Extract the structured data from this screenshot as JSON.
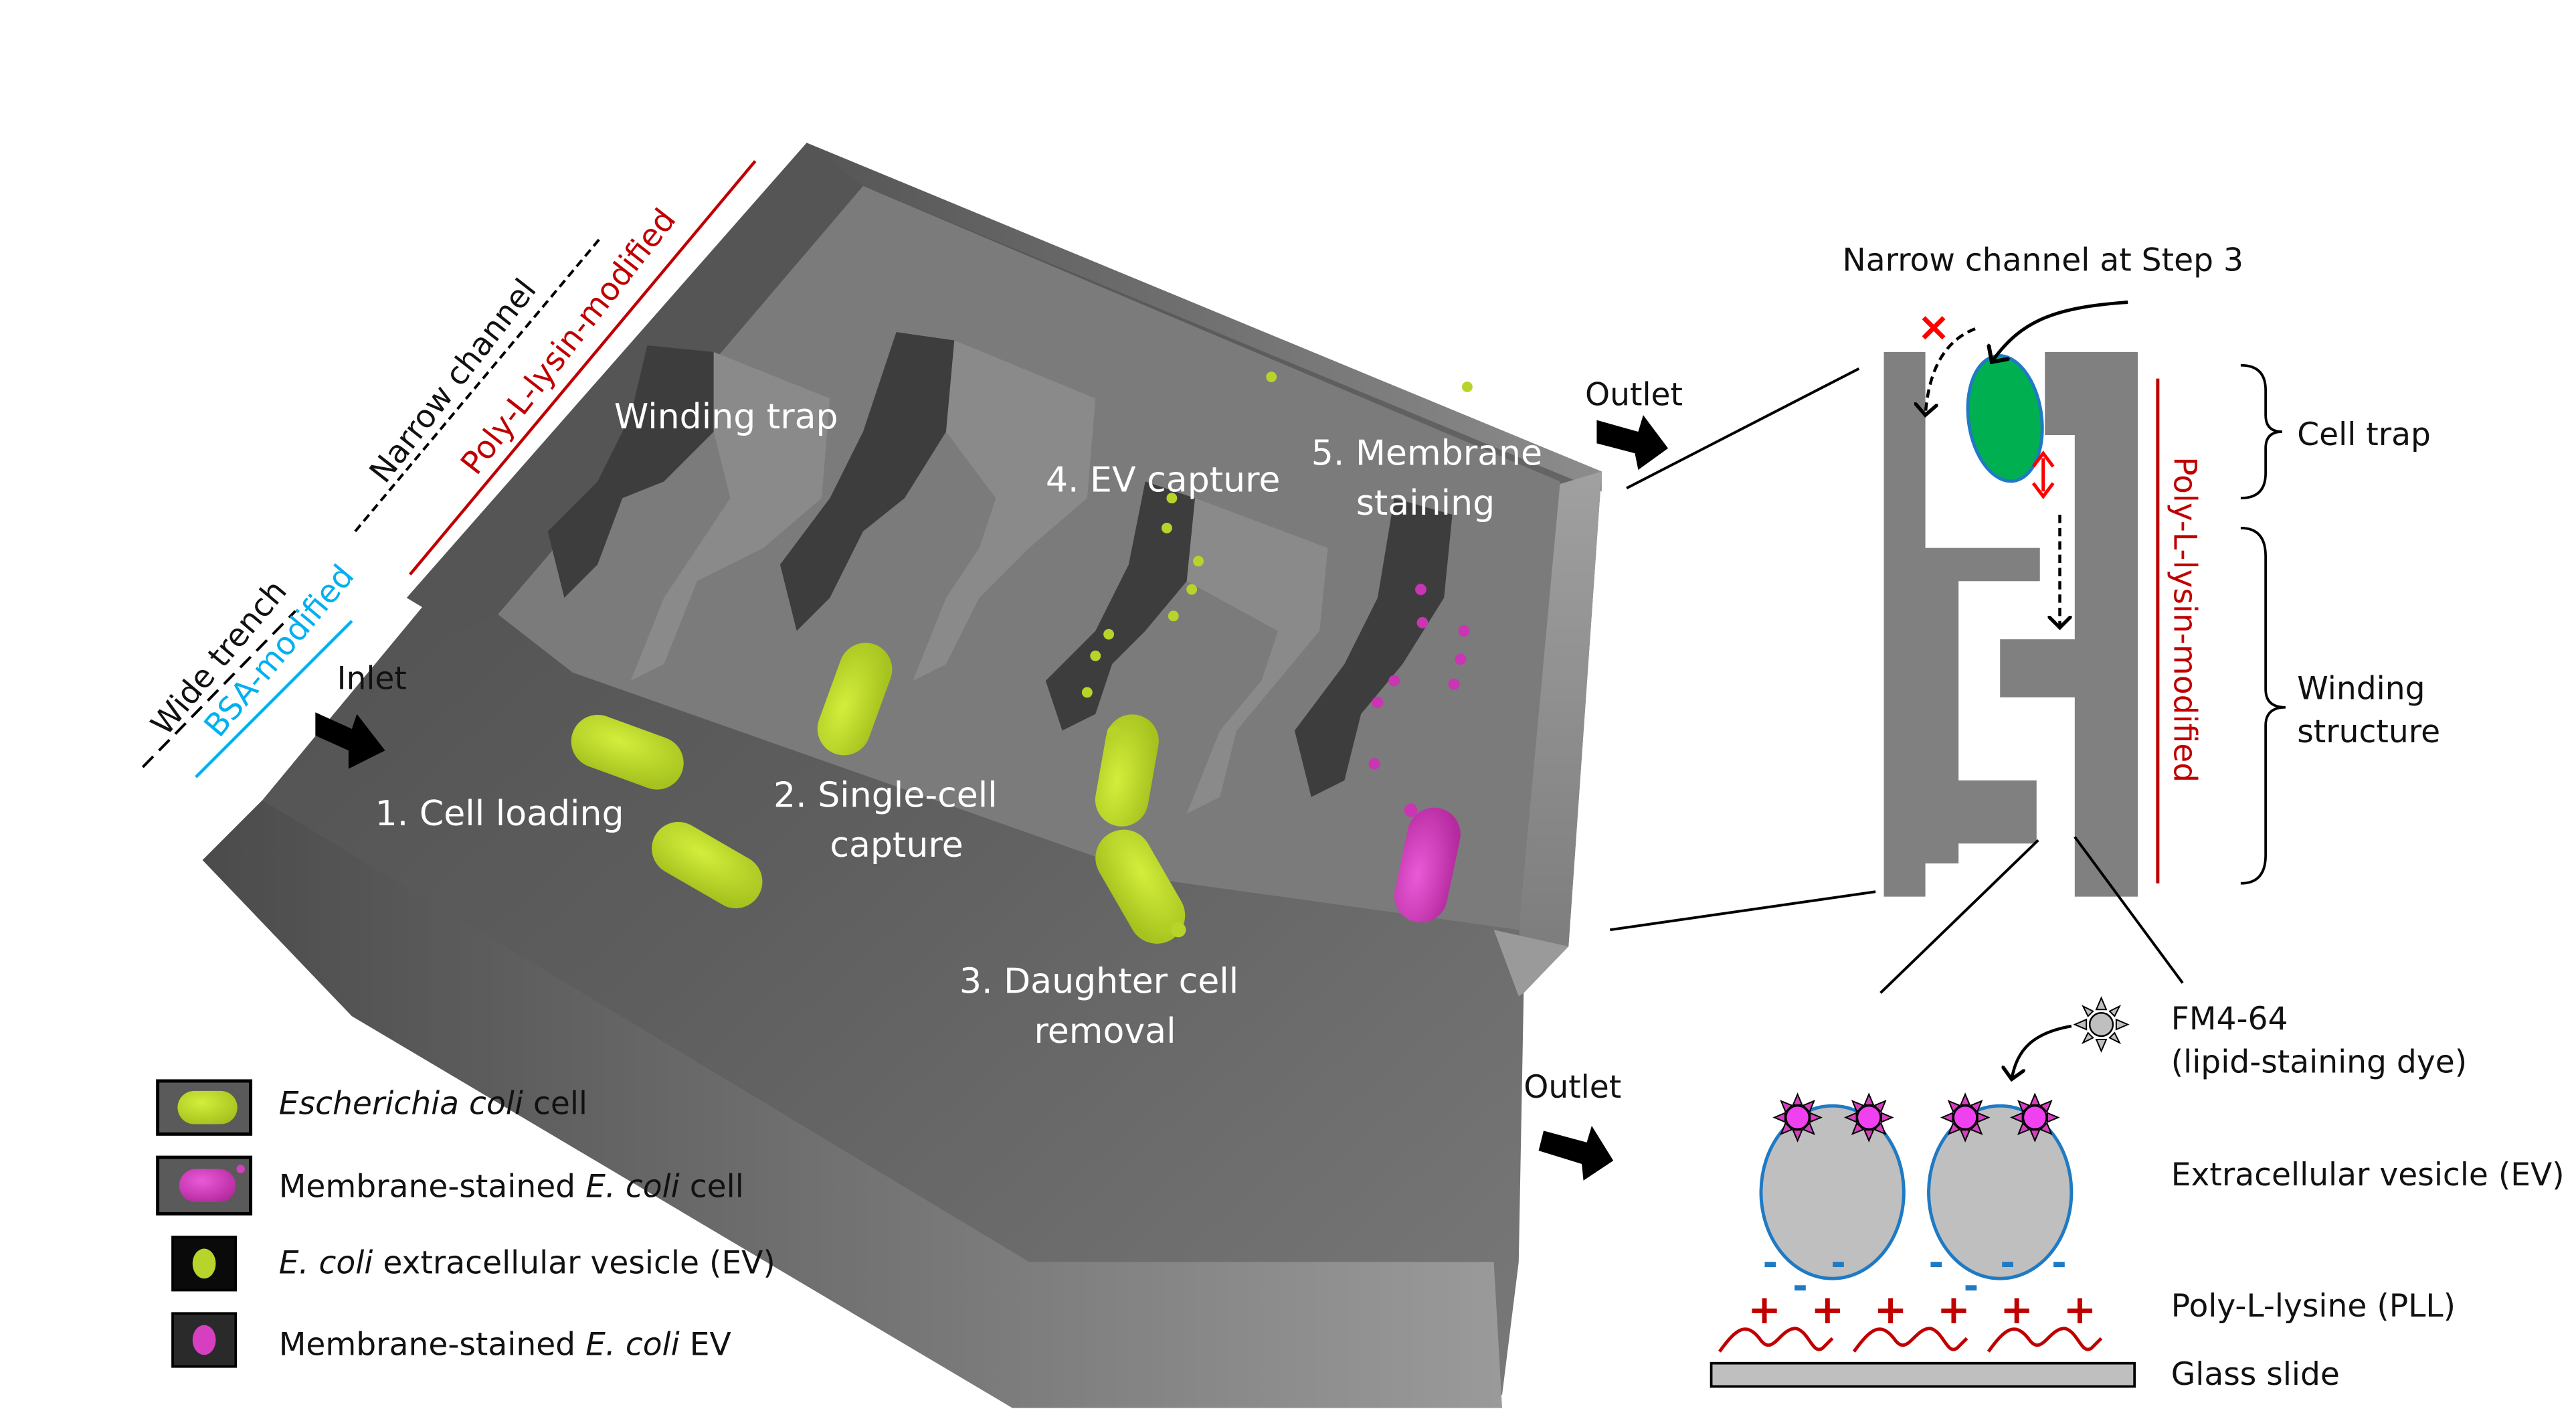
{
  "device": {
    "labels": {
      "narrow_channel": "Narrow channel",
      "poly_l_lysin_modified": "Poly-L-lysin-modified",
      "wide_trench": "Wide trench",
      "bsa_modified": "BSA-modified",
      "inlet": "Inlet",
      "winding_trap": "Winding trap",
      "outlet_top": "Outlet",
      "outlet_bottom": "Outlet"
    },
    "steps": [
      {
        "line1": "1. Cell loading",
        "line2": ""
      },
      {
        "line1": "2. Single-cell",
        "line2": "capture"
      },
      {
        "line1": "3. Daughter cell",
        "line2": "removal"
      },
      {
        "line1": "4. EV capture",
        "line2": ""
      },
      {
        "line1": "5. Membrane",
        "line2": "staining"
      }
    ]
  },
  "channel_detail": {
    "title": "Narrow channel at Step 3",
    "side_label": "Poly-L-lysin-modified",
    "brackets": {
      "cell_trap": "Cell trap",
      "winding_line1": "Winding",
      "winding_line2": "structure"
    },
    "blocked_mark": "×"
  },
  "ev_detail": {
    "dye_line1": "FM4-64",
    "dye_line2": "(lipid-staining dye)",
    "ev_label": "Extracellular vesicle (EV)",
    "pll_label": "Poly-L-lysine (PLL)",
    "glass_label": "Glass slide",
    "plus": "+",
    "minus": "-"
  },
  "legend": {
    "items": [
      {
        "italic": "Escherichia coli",
        "pre": "",
        "post": " cell",
        "icon": "green-cell-icon"
      },
      {
        "pre": "Membrane-stained ",
        "italic": "E. coli",
        "post": " cell",
        "icon": "magenta-cell-icon"
      },
      {
        "pre": "",
        "italic": "E. coli",
        "post": " extracellular vesicle (EV)",
        "icon": "green-ev-icon"
      },
      {
        "pre": "Membrane-stained ",
        "italic": "E. coli",
        "post": " EV",
        "icon": "magenta-ev-icon"
      }
    ]
  },
  "colors": {
    "cell_green": "#b7d42a",
    "stain_magenta": "#d63fbf",
    "pll_red": "#c00000",
    "bsa_blue": "#00b0f0",
    "charge_blue": "#1f7ac4",
    "trap_green": "#00b050",
    "device_gray": "#5f5f5f",
    "wall_gray": "#808080"
  }
}
